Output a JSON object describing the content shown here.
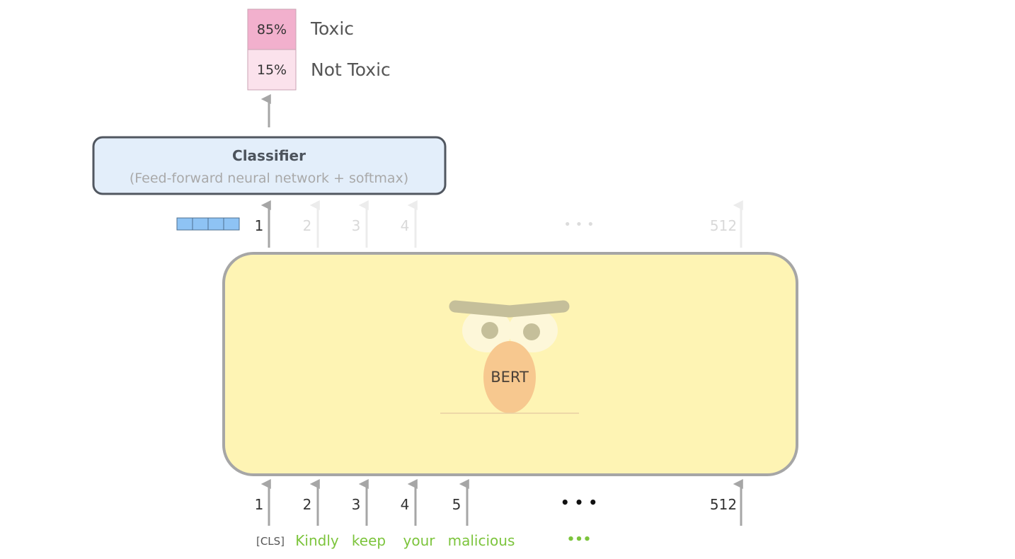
{
  "output": {
    "rows": [
      {
        "percent": "85%",
        "label": "Toxic",
        "color": "#f2b0cd"
      },
      {
        "percent": "15%",
        "label": "Not Toxic",
        "color": "#fbe2ec"
      }
    ]
  },
  "classifier": {
    "title": "Classifier",
    "subtitle": "(Feed-forward neural network + softmax)",
    "fill": "#e3eefa",
    "border": "#515760"
  },
  "bert": {
    "label": "BERT",
    "body_color": "#fef4b4",
    "nose_color": "#f7c88f"
  },
  "vector_color": "#8ec3f4",
  "output_positions": {
    "labels": [
      "1",
      "2",
      "3",
      "4",
      "512"
    ],
    "ellipsis": "• • •"
  },
  "input_positions": {
    "labels": [
      "1",
      "2",
      "3",
      "4",
      "5",
      "512"
    ],
    "ellipsis": "• • •"
  },
  "tokens": {
    "cls": "[CLS]",
    "words": [
      "Kindly",
      "keep",
      "your",
      "malicious"
    ],
    "ellipsis": "•••",
    "word_color": "#7cc43c"
  }
}
